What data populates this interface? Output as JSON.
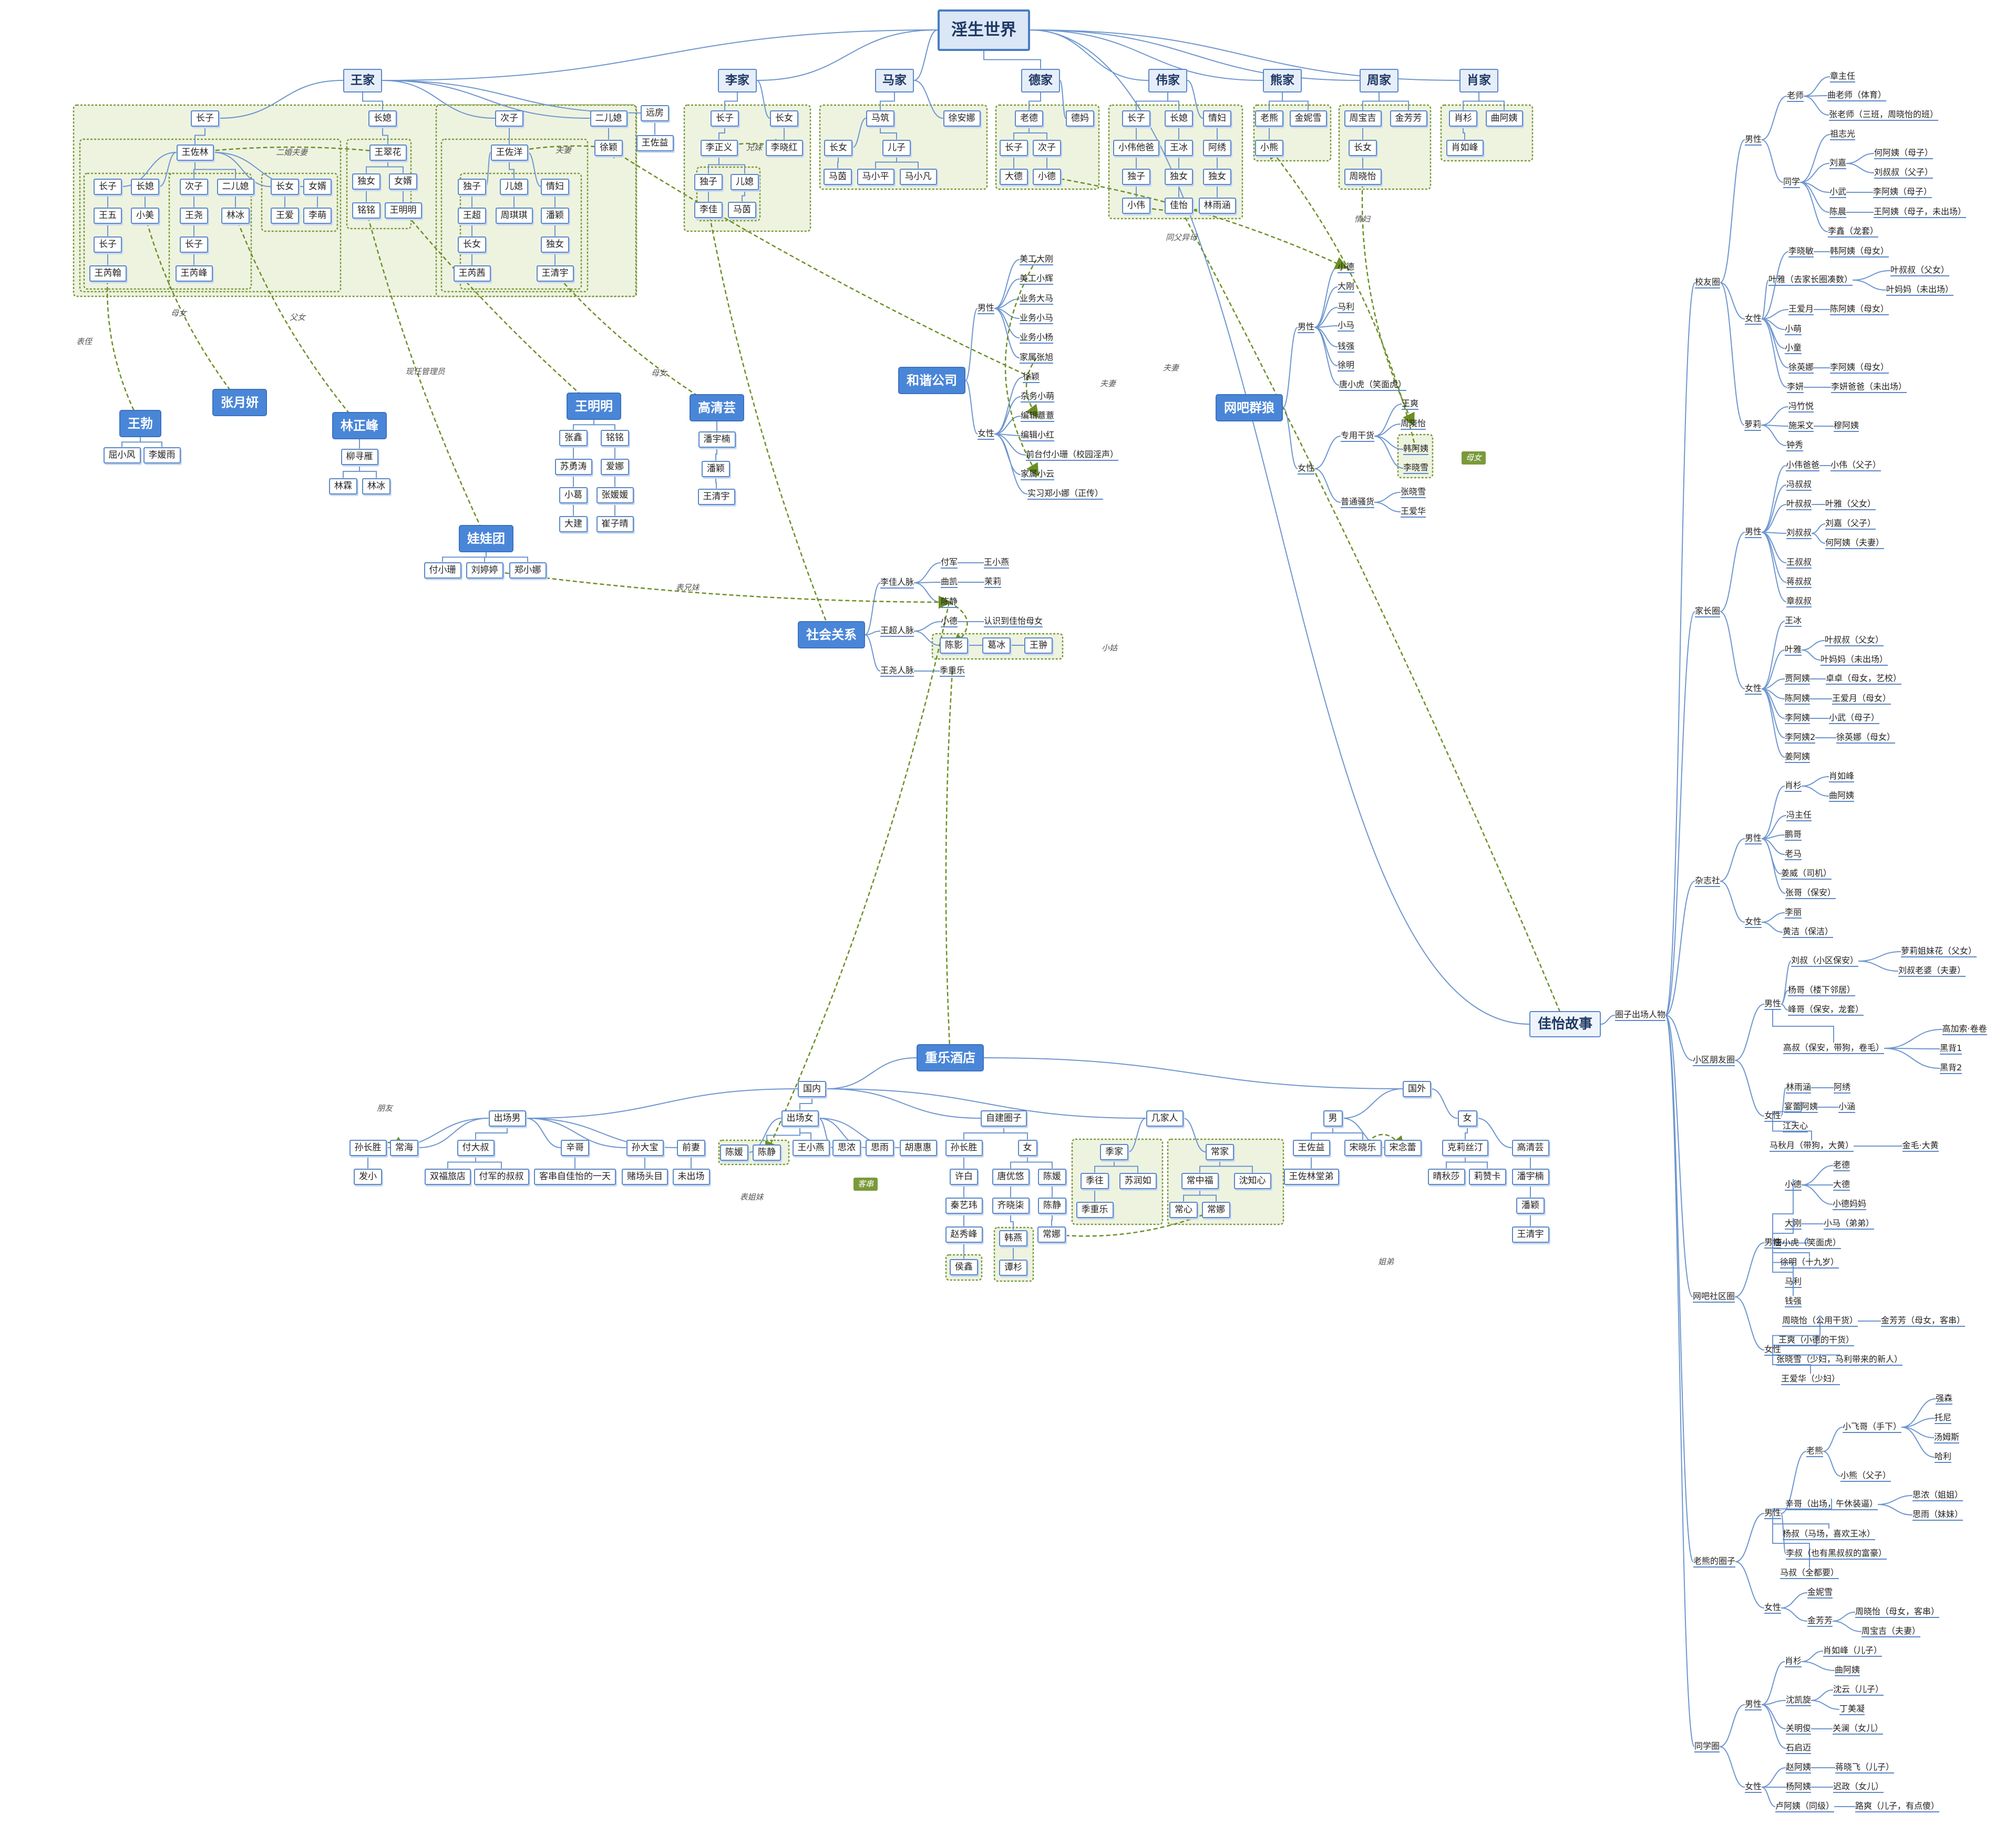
{
  "title": "淫生世界",
  "nodes": {
    "n1": "淫生世界",
    "n2": "王家",
    "n3": "李家",
    "n4": "马家",
    "n5": "德家",
    "n6": "伟家",
    "n7": "熊家",
    "n8": "周家",
    "n9": "肖家",
    "n10": "长子",
    "n11": "长媳",
    "n12": "次子",
    "n13": "二儿媳",
    "n14": "远房",
    "n15": "王佐林",
    "n16": "王翠花",
    "n17": "王佐洋",
    "n18": "徐颖",
    "n19": "王佐益",
    "n20": "长子",
    "n21": "长媳",
    "n22": "次子",
    "n23": "二儿媳",
    "n24": "长女",
    "n25": "女婿",
    "n26": "王五",
    "n27": "小美",
    "n28": "王尧",
    "n29": "林冰",
    "n30": "王爱",
    "n31": "李萌",
    "n32": "长子",
    "n33": "长子",
    "n34": "王芮翰",
    "n35": "王芮峰",
    "n36": "独女",
    "n37": "女婿",
    "n38": "铭铭",
    "n39": "王明明",
    "n40": "独子",
    "n41": "儿媳",
    "n42": "情妇",
    "n43": "王超",
    "n44": "周琪琪",
    "n45": "潘颖",
    "n46": "长女",
    "n47": "独女",
    "n48": "王芮茜",
    "n49": "王清宇",
    "n50": "长子",
    "n51": "长女",
    "n52": "李正义",
    "n53": "李晓红",
    "n54": "独子",
    "n55": "儿媳",
    "n56": "李佳",
    "n57": "马茵",
    "n58": "马筑",
    "n59": "徐安娜",
    "n60": "长女",
    "n61": "儿子",
    "n62": "马茵",
    "n63": "马小平",
    "n64": "马小凡",
    "n65": "老德",
    "n66": "德妈",
    "n67": "长子",
    "n68": "次子",
    "n69": "大德",
    "n70": "小德",
    "n71": "长子",
    "n72": "长媳",
    "n73": "情妇",
    "n74": "小伟他爸",
    "n75": "王冰",
    "n76": "阿绣",
    "n77": "独子",
    "n78": "独女",
    "n79": "独女",
    "n80": "小伟",
    "n81": "佳怡",
    "n82": "林雨涵",
    "n83": "老熊",
    "n84": "金妮雪",
    "n85": "小熊",
    "n86": "周宝吉",
    "n87": "金芳芳",
    "n88": "长女",
    "n89": "周晓怡",
    "n90": "肖杉",
    "n91": "曲阿姨",
    "n92": "肖如峰",
    "n93": "王勃",
    "n94": "屈小风",
    "n95": "李媛雨",
    "n96": "张月妍",
    "n97": "林正峰",
    "n98": "柳寻雁",
    "n99": "林霖",
    "n100": "林冰",
    "n101": "王明明",
    "n102": "张鑫",
    "n103": "铭铭",
    "n104": "苏勇涛",
    "n105": "爱娜",
    "n106": "小葛",
    "n107": "张媛媛",
    "n108": "大建",
    "n109": "崔子晴",
    "n110": "高清芸",
    "n111": "潘宇楠",
    "n112": "潘颖",
    "n113": "王清宇",
    "n114": "娃娃团",
    "n115": "付小珊",
    "n116": "刘婷婷",
    "n117": "郑小娜",
    "n118": "和谐公司",
    "n119": "男性",
    "n120": "美工大刚",
    "n121": "美工小辉",
    "n122": "业务大马",
    "n123": "业务小马",
    "n124": "业务小杨",
    "n125": "家属张旭",
    "n126": "女性",
    "n127": "徐颖",
    "n128": "杂务小萌",
    "n129": "编辑薏薏",
    "n130": "编辑小红",
    "n131": "前台付小珊（校园淫声）",
    "n132": "家属小云",
    "n133": "实习郑小娜（正传）",
    "n134": "网吧群狼",
    "n135": "男性",
    "n136": "小德",
    "n137": "大刚",
    "n138": "马利",
    "n139": "小马",
    "n140": "钱强",
    "n141": "徐明",
    "n142": "唐小虎（笑面虎）",
    "n143": "女性",
    "n144": "专用干货",
    "n145": "王爽",
    "n146": "周晓怡",
    "n147": "韩阿姨",
    "n148": "李晓雪",
    "n149": "普通骚货",
    "n150": "张晓雪",
    "n151": "王爱华",
    "n152": "社会关系",
    "n153": "李佳人脉",
    "n154": "付军",
    "n155": "王小燕",
    "n156": "曲凯",
    "n157": "茉莉",
    "n158": "陈静",
    "n159": "王超人脉",
    "n160": "小德",
    "n161": "认识到佳怡母女",
    "n162": "陈影",
    "n163": "葛冰",
    "n164": "王翀",
    "n165": "王尧人脉",
    "n166": "季重乐",
    "n167": "重乐酒店",
    "n168": "国内",
    "n169": "国外",
    "n170": "出场男",
    "n171": "出场女",
    "n172": "自建圈子",
    "n173": "几家人",
    "n174": "男",
    "n175": "女",
    "n176": "孙长胜",
    "n177": "常海",
    "n178": "发小",
    "n179": "付大叔",
    "n180": "双福旅店",
    "n181": "付军的叔叔",
    "n182": "辛哥",
    "n183": "客串自佳怡的一天",
    "n184": "孙大宝",
    "n185": "赌场头目",
    "n186": "前妻",
    "n187": "未出场",
    "n188": "陈媛",
    "n189": "陈静",
    "n190": "王小燕",
    "n191": "思浓",
    "n192": "思雨",
    "n193": "胡惠惠",
    "n194": "孙长胜",
    "n195": "许白",
    "n196": "秦艺玮",
    "n197": "赵秀峰",
    "n198": "侯鑫",
    "n199": "女",
    "n200": "唐优悠",
    "n201": "陈媛",
    "n202": "齐晓柒",
    "n203": "陈静",
    "n204": "韩燕",
    "n205": "谭杉",
    "n206": "常娜",
    "n207": "季家",
    "n208": "季往",
    "n209": "苏润如",
    "n210": "季重乐",
    "n211": "常家",
    "n212": "常中福",
    "n213": "沈知心",
    "n214": "常心",
    "n215": "常娜",
    "n216": "王佐益",
    "n217": "王佐林堂弟",
    "n218": "宋晓乐",
    "n219": "宋念蕾",
    "n220": "克莉丝汀",
    "n221": "晴秋莎",
    "n222": "莉赞卡",
    "n223": "高清芸",
    "n224": "潘宇楠",
    "n225": "潘颖",
    "n226": "王清宇",
    "n227": "佳怡故事",
    "n228": "圈子出场人物",
    "n229": "校友圈",
    "n230": "男性",
    "n231": "老师",
    "n232": "章主任",
    "n233": "曲老师（体育）",
    "n234": "张老师（三班，周晓怡的班）",
    "n235": "同学",
    "n236": "祖志光",
    "n237": "刘嘉",
    "n238": "何阿姨（母子）",
    "n239": "刘叔叔（父子）",
    "n240": "小武",
    "n241": "李阿姨（母子）",
    "n242": "陈晨",
    "n243": "王阿姨（母子，未出场）",
    "n244": "李鑫（龙套）",
    "n245": "女性",
    "n246": "李晓敏",
    "n247": "韩阿姨（母女）",
    "n248": "叶雅（去家长圈凑数）",
    "n249": "叶叔叔（父女）",
    "n250": "叶妈妈（未出场）",
    "n251": "王爱月",
    "n252": "陈阿姨（母女）",
    "n253": "小萌",
    "n254": "小童",
    "n255": "徐英娜",
    "n256": "李阿姨（母女）",
    "n257": "李妍",
    "n258": "李妍爸爸（未出场）",
    "n259": "萝莉",
    "n260": "冯竹悦",
    "n261": "施采文",
    "n262": "穆阿姨",
    "n263": "钟秀",
    "n264": "家长圈",
    "n265": "男性",
    "n266": "小伟爸爸",
    "n267": "小伟（父子）",
    "n268": "冯叔叔",
    "n269": "叶叔叔",
    "n270": "叶雅（父女）",
    "n271": "刘叔叔",
    "n272": "刘嘉（父子）",
    "n273": "何阿姨（夫妻）",
    "n274": "王叔叔",
    "n275": "蒋叔叔",
    "n276": "章叔叔",
    "n277": "女性",
    "n278": "王冰",
    "n279": "叶雅",
    "n280": "叶叔叔（父女）",
    "n281": "叶妈妈（未出场）",
    "n282": "贾阿姨",
    "n283": "卓卓（母女，艺校）",
    "n284": "陈阿姨",
    "n285": "王爱月（母女）",
    "n286": "李阿姨",
    "n287": "小武（母子）",
    "n288": "李阿姨2",
    "n289": "徐英娜（母女）",
    "n290": "姜阿姨",
    "n291": "杂志社",
    "n292": "男性",
    "n293": "肖杉",
    "n294": "肖如峰",
    "n295": "曲阿姨",
    "n296": "冯主任",
    "n297": "鹏哥",
    "n298": "老马",
    "n299": "姜威（司机）",
    "n300": "张哥（保安）",
    "n301": "女性",
    "n302": "李丽",
    "n303": "黄洁（保洁）",
    "n304": "小区朋友圈",
    "n305": "男性",
    "n306": "刘叔（小区保安）",
    "n307": "萝莉姐妹花（父女）",
    "n308": "刘叔老婆（夫妻）",
    "n309": "杨哥（楼下邻居）",
    "n310": "峰哥（保安，龙套）",
    "n311": "高叔（保安，带狗，卷毛）",
    "n312": "高加索·卷卷",
    "n313": "黑背1",
    "n314": "黑背2",
    "n315": "女性",
    "n316": "林雨涵",
    "n317": "阿绣",
    "n318": "宴蕾阿姨",
    "n319": "小涵",
    "n320": "江天心",
    "n321": "马秋月（带狗，大黄）",
    "n322": "金毛·大黄",
    "n323": "网吧社区圈",
    "n324": "男性",
    "n325": "小德",
    "n326": "老德",
    "n327": "大德",
    "n328": "小德妈妈",
    "n329": "大刚",
    "n330": "小马（弟弟）",
    "n331": "唐小虎（笑面虎）",
    "n332": "徐明（十九岁）",
    "n333": "马利",
    "n334": "钱强",
    "n335": "女性",
    "n336": "周晓怡（公用干货）",
    "n337": "金芳芳（母女，客串）",
    "n338": "王爽（小德的干货）",
    "n339": "张晓雪（少妇，马利带来的新人）",
    "n340": "王爱华（少妇）",
    "n341": "老熊的圈子",
    "n342": "男性",
    "n343": "老熊",
    "n344": "小飞哥（手下）",
    "n345": "强森",
    "n346": "托尼",
    "n347": "汤姆斯",
    "n348": "哈利",
    "n349": "小熊（父子）",
    "n350": "辛哥（出场，午休装逼）",
    "n351": "思浓（姐姐）",
    "n352": "思雨（妹妹）",
    "n353": "杨叔（马场，喜欢王冰）",
    "n354": "李叔（也有黑叔叔的富豪）",
    "n355": "马叔（全都要）",
    "n356": "女性",
    "n357": "金妮雪",
    "n358": "金芳芳",
    "n359": "周晓怡（母女，客串）",
    "n360": "周宝吉（夫妻）",
    "n361": "同学圈",
    "n362": "男性",
    "n363": "肖杉",
    "n364": "肖如峰（儿子）",
    "n365": "曲阿姨",
    "n366": "沈凯旋",
    "n367": "沈云（儿子）",
    "n368": "丁美凝",
    "n369": "关明俊",
    "n370": "关澜（女儿）",
    "n371": "石启迈",
    "n372": "女性",
    "n373": "赵阿姨",
    "n374": "蒋晓飞（儿子）",
    "n375": "杨阿姨",
    "n376": "迟政（女儿）",
    "n377": "卢阿姨（同级）",
    "n378": "路爽（儿子，有点傻）"
  },
  "labels": {
    "l1": "二婚夫妻",
    "l2": "夫妻",
    "l3": "兄妹",
    "l4": "表侄",
    "l5": "母女",
    "l6": "父女",
    "l7": "现任管理员",
    "l8": "母女",
    "l9": "夫妻",
    "l10": "夫妻",
    "l11": "同父异母",
    "l12": "情妇",
    "l13": "表兄妹",
    "l14": "小姑",
    "l15": "朋友",
    "l16": "表姐妹",
    "l17": "姐弟",
    "l18": "母女",
    "l19": "客串"
  },
  "colors": {
    "line": "#6e96cf",
    "group_border": "#7a9a3a",
    "group_fill": "#eef3e0",
    "arrow": "#6b8e23",
    "major_fill": "#4a86d8"
  }
}
